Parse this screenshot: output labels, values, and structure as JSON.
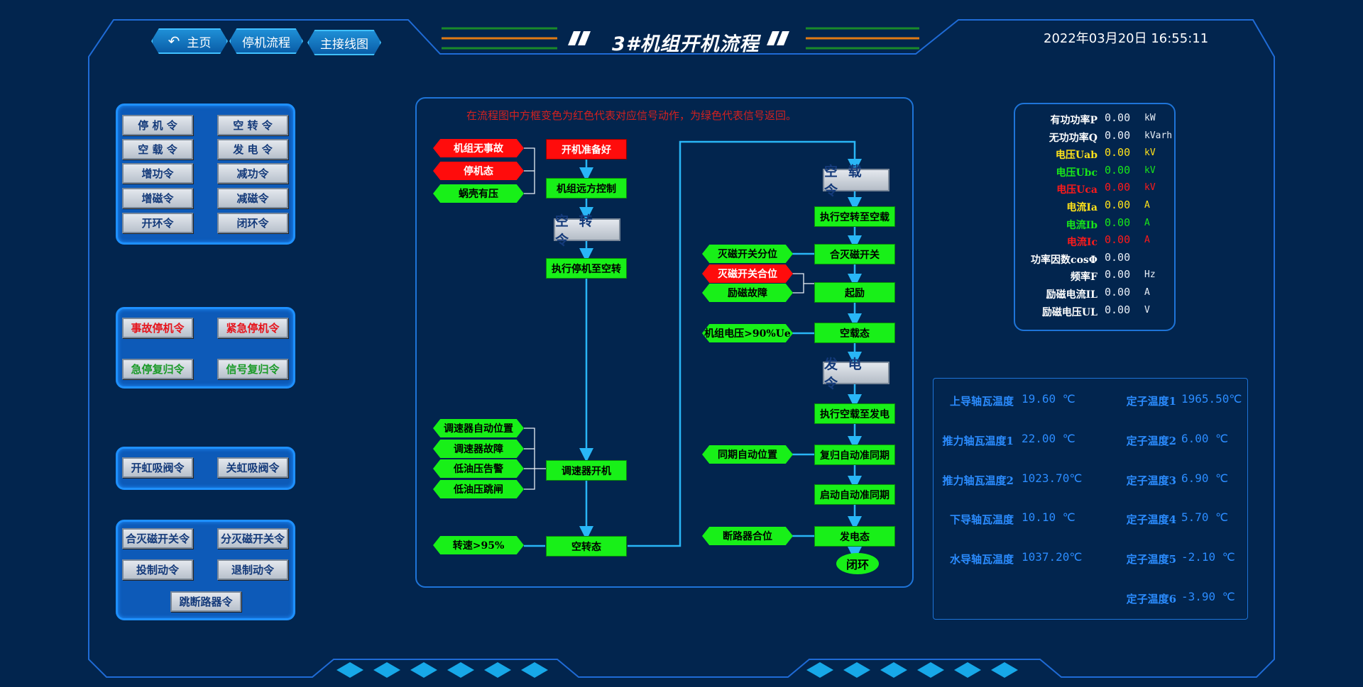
{
  "nav": {
    "home_label": "主页",
    "stop_flow_label": "停机流程",
    "main_wiring_label": "主接线图"
  },
  "header": {
    "title": "3#机组开机流程",
    "datetime": "2022年03月20日 16:55:11"
  },
  "commands": {
    "group1": [
      "停 机 令",
      "空 转 令",
      "空 载 令",
      "发 电 令",
      "增功令",
      "减功令",
      "增磁令",
      "减磁令",
      "开环令",
      "闭环令"
    ],
    "group2": [
      "事故停机令",
      "紧急停机令",
      "急停复归令",
      "信号复归令"
    ],
    "group3": [
      "开虹吸阀令",
      "关虹吸阀令"
    ],
    "group4": [
      "合灭磁开关令",
      "分灭磁开关令",
      "投制动令",
      "退制动令",
      "跳断路器令"
    ]
  },
  "flow": {
    "notice": "在流程图中方框变色为红色代表对应信号动作，为绿色代表信号返回。",
    "left": {
      "cond_no_fault": "机组无事故",
      "cond_stopped": "停机态",
      "cond_volute": "蜗壳有压",
      "box_start_ready": "开机准备好",
      "box_remote": "机组远方控制",
      "cmd_idle": "空 转 令",
      "box_exec_stop_idle": "执行停机至空转",
      "cond_gov_auto": "调速器自动位置",
      "cond_gov_fault": "调速器故障",
      "cond_low_oil_alarm": "低油压告警",
      "cond_low_oil_trip": "低油压跳闸",
      "box_gov_open": "调速器开机",
      "cond_speed": "转速>95%",
      "box_idle_state": "空转态"
    },
    "right": {
      "cmd_noload": "空 载 令",
      "box_exec_idle_noload": "执行空转至空载",
      "cond_fmk_open": "灭磁开关分位",
      "box_close_fmk": "合灭磁开关",
      "cond_fmk_closed": "灭磁开关合位",
      "cond_exc_fault": "励磁故障",
      "box_excite": "起励",
      "cond_voltage": "机组电压>90%Ue",
      "box_noload_state": "空载态",
      "cmd_generate": "发 电 令",
      "box_exec_noload_gen": "执行空载至发电",
      "cond_sync_auto": "同期自动位置",
      "box_reset_sync": "复归自动准同期",
      "box_start_sync": "启动自动准同期",
      "cond_breaker": "断路器合位",
      "box_gen_state": "发电态",
      "loop_label": "闭环"
    },
    "colors": {
      "green": "#18f018",
      "red": "#ff0c0c",
      "line": "#29b6f6"
    }
  },
  "measurements": [
    {
      "label": "有功功率P",
      "value": "0.00",
      "unit": "kW",
      "color": "#ffffff"
    },
    {
      "label": "无功功率Q",
      "value": "0.00",
      "unit": "kVarh",
      "color": "#ffffff"
    },
    {
      "label": "电压Uab",
      "value": "0.00",
      "unit": "kV",
      "color": "#ffe21a"
    },
    {
      "label": "电压Ubc",
      "value": "0.00",
      "unit": "kV",
      "color": "#19e619"
    },
    {
      "label": "电压Uca",
      "value": "0.00",
      "unit": "kV",
      "color": "#ff1a1a"
    },
    {
      "label": "电流Ia",
      "value": "0.00",
      "unit": "A",
      "color": "#ffe21a"
    },
    {
      "label": "电流Ib",
      "value": "0.00",
      "unit": "A",
      "color": "#19e619"
    },
    {
      "label": "电流Ic",
      "value": "0.00",
      "unit": "A",
      "color": "#ff1a1a"
    },
    {
      "label": "功率因数cosΦ",
      "value": "0.00",
      "unit": "",
      "color": "#ffffff"
    },
    {
      "label": "频率F",
      "value": "0.00",
      "unit": "Hz",
      "color": "#ffffff"
    },
    {
      "label": "励磁电流IL",
      "value": "0.00",
      "unit": "A",
      "color": "#ffffff"
    },
    {
      "label": "励磁电压UL",
      "value": "0.00",
      "unit": "V",
      "color": "#ffffff"
    }
  ],
  "temperatures": {
    "left": [
      {
        "label": "上导轴瓦温度",
        "value": "19.60 ℃"
      },
      {
        "label": "推力轴瓦温度1",
        "value": "22.00 ℃"
      },
      {
        "label": "推力轴瓦温度2",
        "value": "1023.70℃"
      },
      {
        "label": "下导轴瓦温度",
        "value": "10.10 ℃"
      },
      {
        "label": "水导轴瓦温度",
        "value": "1037.20℃"
      }
    ],
    "right": [
      {
        "label": "定子温度1",
        "value": "1965.50℃"
      },
      {
        "label": "定子温度2",
        "value": "6.00 ℃"
      },
      {
        "label": "定子温度3",
        "value": "6.90 ℃"
      },
      {
        "label": "定子温度4",
        "value": "5.70 ℃"
      },
      {
        "label": "定子温度5",
        "value": "-2.10 ℃"
      },
      {
        "label": "定子温度6",
        "value": "-3.90 ℃"
      }
    ]
  }
}
